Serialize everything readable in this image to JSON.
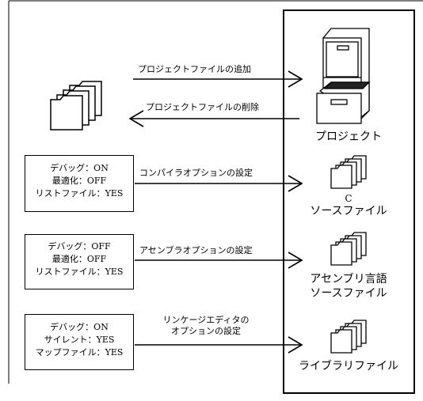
{
  "arrows": {
    "add_file": "プロジェクトファイルの追加",
    "remove_file": "プロジェクトファイルの削除",
    "compiler_options": "コンパイラオプションの設定",
    "assembler_options": "アセンブラオプションの設定",
    "linkage_editor_line1": "リンケージエディタの",
    "linkage_editor_line2": "オプションの設定"
  },
  "settings": {
    "compiler": [
      "デバッグ：ON",
      "最適化：OFF",
      "リストファイル：YES"
    ],
    "assembler": [
      "デバッグ：OFF",
      "最適化：OFF",
      "リストファイル：YES"
    ],
    "linker": [
      "デバッグ：ON",
      "サイレント：YES",
      "マップファイル：YES"
    ]
  },
  "project": {
    "label": "プロジェクト",
    "c_source": {
      "line1": "C",
      "line2": "ソースファイル"
    },
    "asm_source": {
      "line1": "アセンブリ言語",
      "line2": "ソースファイル"
    },
    "library": "ライブラリファイル"
  }
}
